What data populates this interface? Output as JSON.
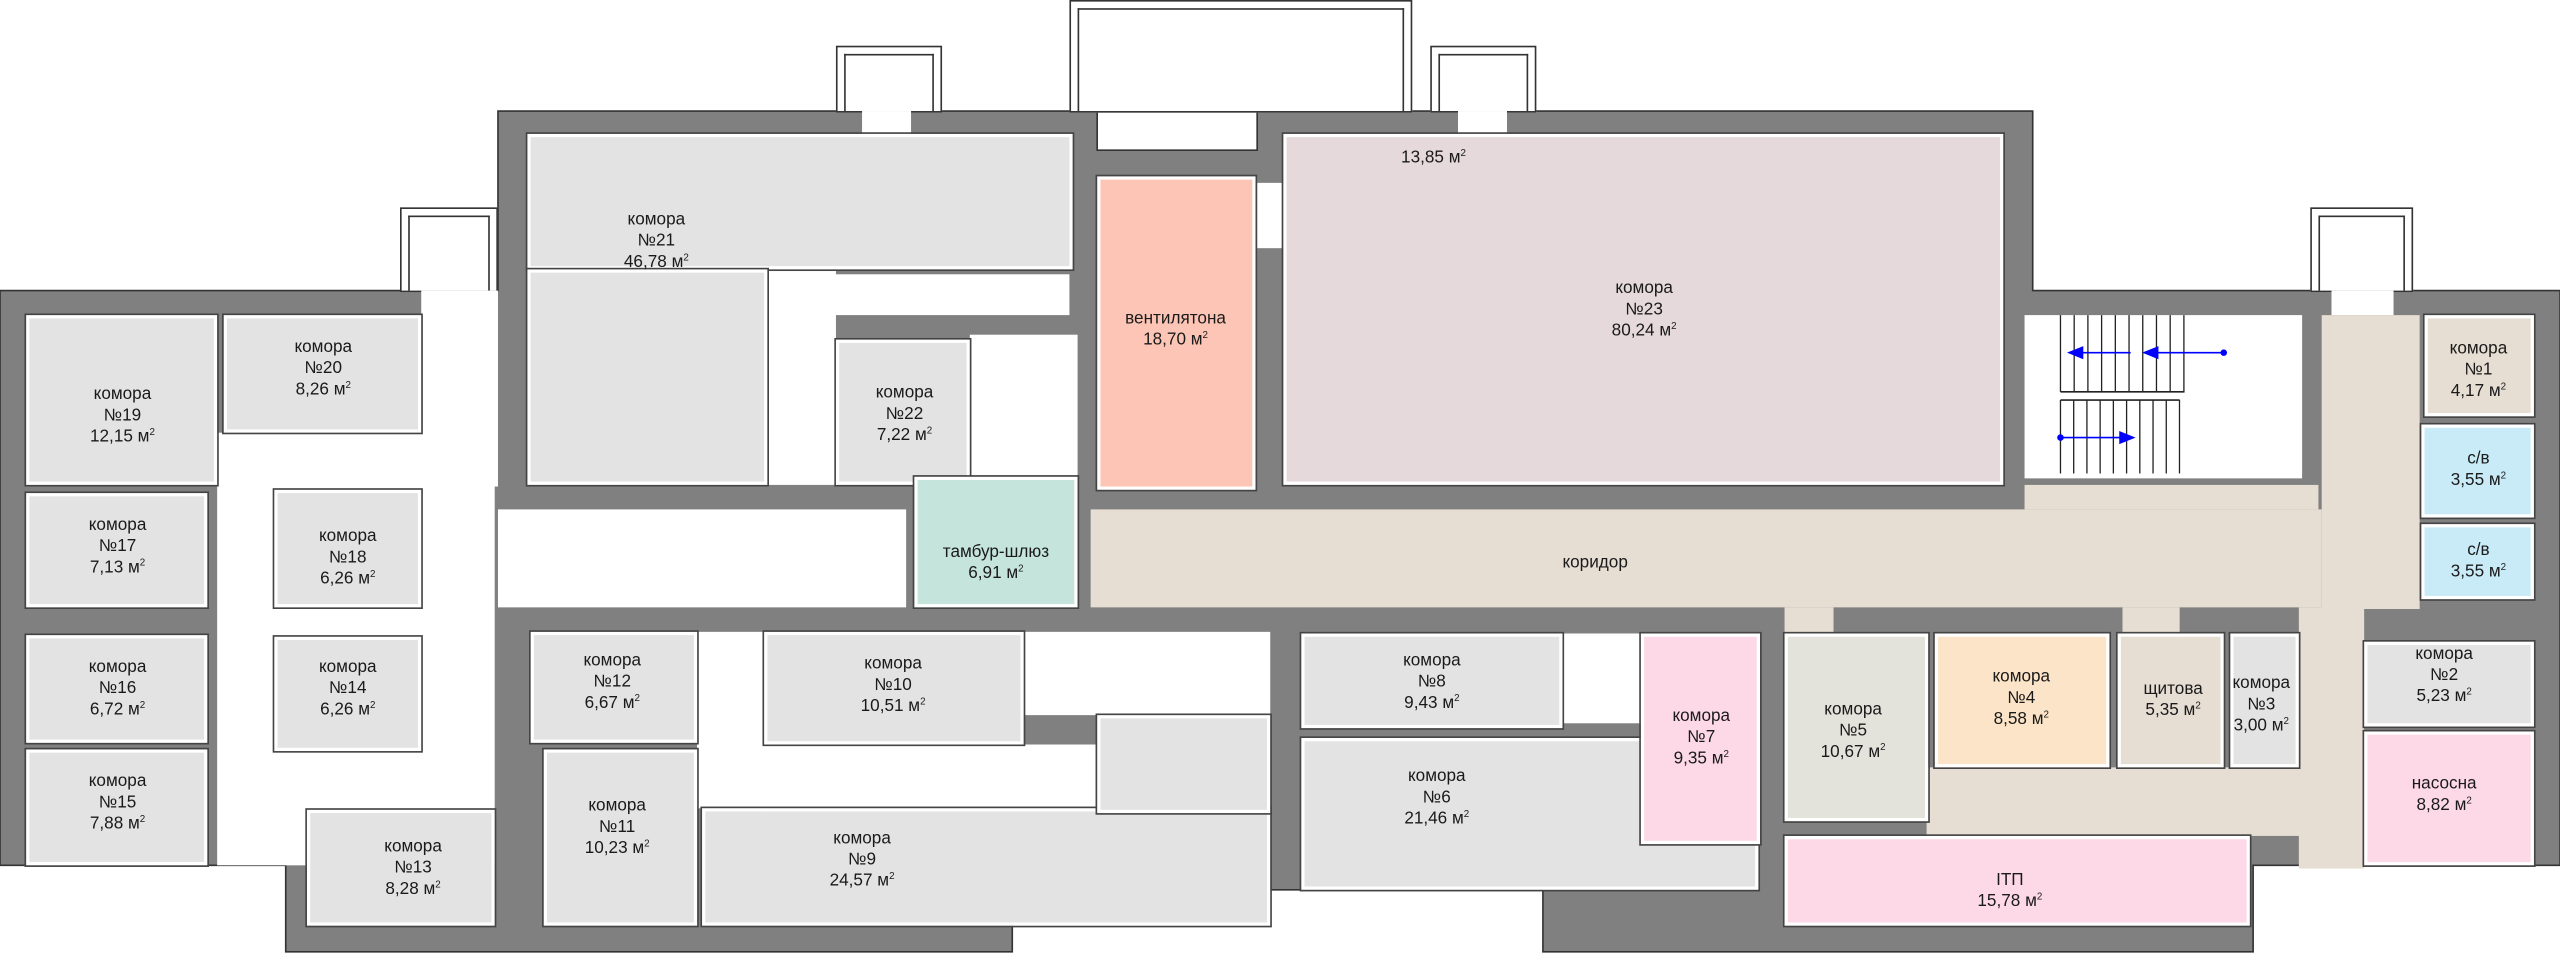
{
  "colors": {
    "wall": "#808080",
    "storage": "#e3e3e3",
    "corridor": "#e6ddd3",
    "ventilation": "#fdc5b5",
    "airlock": "#c5e5dc",
    "big_storage": "#e5d9dc",
    "pink": "#fdd9e8",
    "orange": "#fce4c8",
    "wc": "#c9ebf8",
    "room5": "#e4e3db",
    "stairs_arrow": "#0000ff"
  },
  "unit": "м",
  "corridor_label": "коридор",
  "extra_area": "13,85",
  "rooms": [
    {
      "type": "комора",
      "number": "№19",
      "area": "12,15"
    },
    {
      "type": "комора",
      "number": "№20",
      "area": "8,26"
    },
    {
      "type": "комора",
      "number": "№17",
      "area": "7,13"
    },
    {
      "type": "комора",
      "number": "№16",
      "area": "6,72"
    },
    {
      "type": "комора",
      "number": "№15",
      "area": "7,88"
    },
    {
      "type": "комора",
      "number": "№18",
      "area": "6,26"
    },
    {
      "type": "комора",
      "number": "№14",
      "area": "6,26"
    },
    {
      "type": "комора",
      "number": "№21",
      "area": "46,78"
    },
    {
      "type": "комора",
      "number": "№22",
      "area": "7,22"
    },
    {
      "type": "тамбур-шлюз",
      "number": "",
      "area": "6,91"
    },
    {
      "type": "вентилятона",
      "number": "",
      "area": "18,70"
    },
    {
      "type": "комора",
      "number": "№23",
      "area": "80,24"
    },
    {
      "type": "комора",
      "number": "№12",
      "area": "6,67"
    },
    {
      "type": "комора",
      "number": "№11",
      "area": "10,23"
    },
    {
      "type": "комора",
      "number": "№13",
      "area": "8,28"
    },
    {
      "type": "комора",
      "number": "№10",
      "area": "10,51"
    },
    {
      "type": "комора",
      "number": "№9",
      "area": "24,57"
    },
    {
      "type": "комора",
      "number": "№8",
      "area": "9,43"
    },
    {
      "type": "комора",
      "number": "№6",
      "area": "21,46"
    },
    {
      "type": "комора",
      "number": "№7",
      "area": "9,35"
    },
    {
      "type": "комора",
      "number": "№5",
      "area": "10,67"
    },
    {
      "type": "комора",
      "number": "№4",
      "area": "8,58"
    },
    {
      "type": "щитова",
      "number": "",
      "area": "5,35"
    },
    {
      "type": "комора",
      "number": "№3",
      "area": "3,00"
    },
    {
      "type": "ІТП",
      "number": "",
      "area": "15,78"
    },
    {
      "type": "комора",
      "number": "№1",
      "area": "4,17"
    },
    {
      "type": "с/в",
      "number": "",
      "area": "3,55"
    },
    {
      "type": "с/в",
      "number": "",
      "area": "3,55"
    },
    {
      "type": "комора",
      "number": "№2",
      "area": "5,23"
    },
    {
      "type": "насосна",
      "number": "",
      "area": "8,82"
    }
  ]
}
